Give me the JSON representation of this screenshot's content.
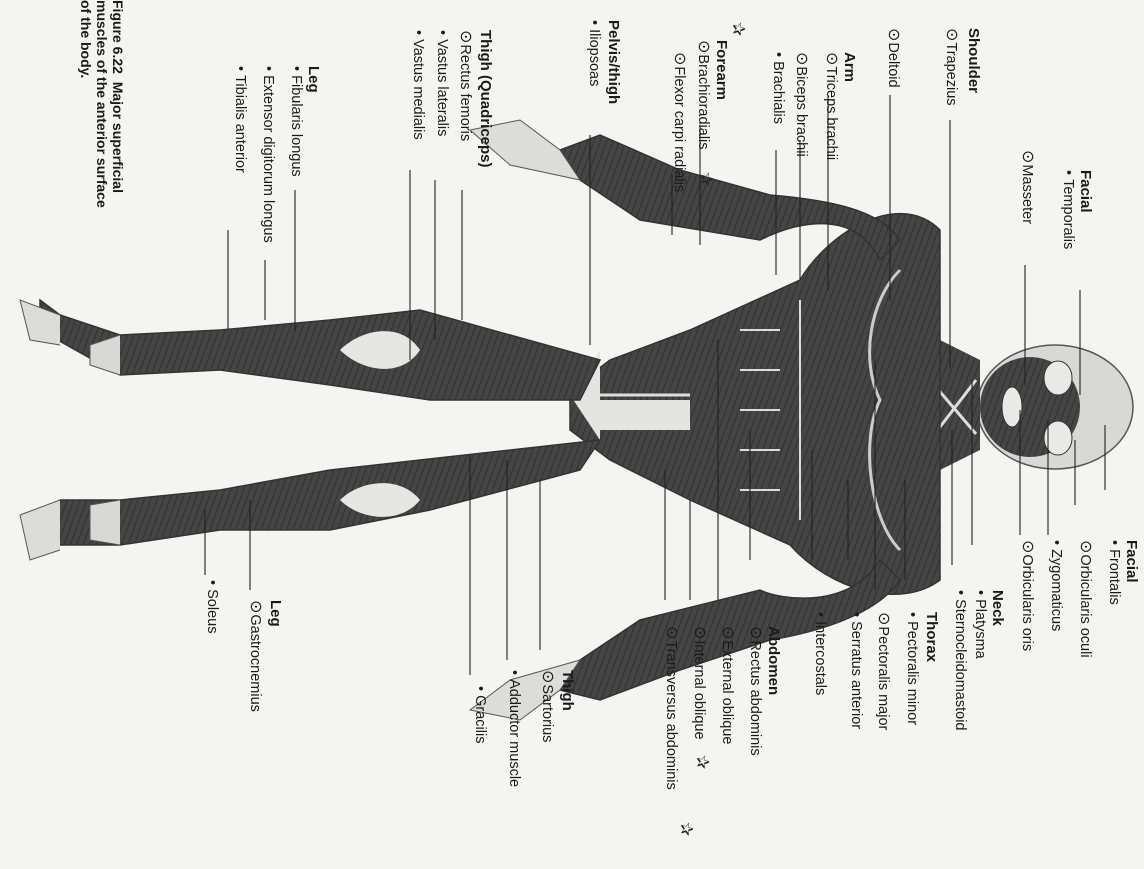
{
  "figure": {
    "caption_bold": "Figure 6.22",
    "caption_line1": "Major superficial",
    "caption_line2": "muscles of the anterior surface",
    "caption_line3": "of the body."
  },
  "labels_left": {
    "shoulder_heading": "Shoulder",
    "trapezius": "Trapezius",
    "deltoid": "Deltoid",
    "arm_heading": "Arm",
    "triceps": "Triceps brachii",
    "biceps": "Biceps brachii",
    "brachialis": "Brachialis",
    "forearm_heading": "Forearm",
    "brachioradialis": "Brachioradialis",
    "flexor": "Flexor carpi radialis",
    "pelvis_heading": "Pelvis/thigh",
    "iliopsoas": "Iliopsoas",
    "thigh_heading": "Thigh (Quadriceps)",
    "rectus_femoris": "Rectus femoris",
    "vastus_lateralis": "Vastus lateralis",
    "vastus_medialis": "Vastus medialis",
    "leg_heading": "Leg",
    "fibularis": "Fibularis longus",
    "extensor": "Extensor digitorum longus",
    "tibialis": "Tibialis anterior",
    "facial_heading": "Facial",
    "temporalis": "Temporalis",
    "masseter": "Masseter"
  },
  "labels_right": {
    "facial_heading": "Facial",
    "frontalis": "Frontalis",
    "orbicularis_oculi": "Orbicularis oculi",
    "zygomaticus": "Zygomaticus",
    "orbicularis_oris": "Orbicularis oris",
    "neck_heading": "Neck",
    "platysma": "Platysma",
    "sternocleidomastoid": "Sternocleidomastoid",
    "thorax_heading": "Thorax",
    "pectoralis_minor": "Pectoralis minor",
    "pectoralis_major": "Pectoralis major",
    "serratus": "Serratus anterior",
    "intercostals": "Intercostals",
    "abdomen_heading": "Abdomen",
    "rectus_abdominis": "Rectus abdominis",
    "external_oblique": "External oblique",
    "internal_oblique": "Internal oblique",
    "transversus": "Transversus abdominis",
    "thigh_heading": "Thigh",
    "sartorius": "Sartorius",
    "adductor": "Adductor muscle",
    "gracilis": "Gracilis",
    "leg_heading": "Leg",
    "gastrocnemius": "Gastrocnemius",
    "soleus": "Soleus"
  },
  "colors": {
    "muscle": "#3f3f3f",
    "tendon": "#d9d9d6",
    "paper": "#f4f4f1",
    "ink": "#1a1a1a"
  }
}
